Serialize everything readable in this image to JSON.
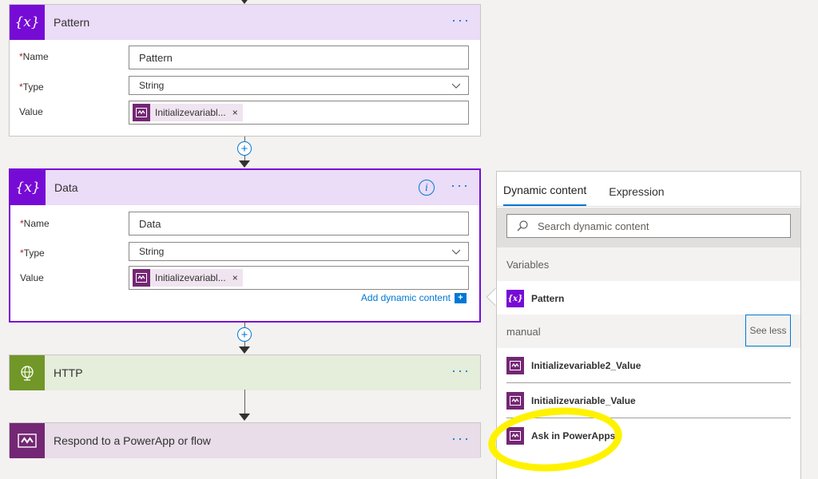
{
  "colors": {
    "accent": "#0078d4",
    "variable": "#770bd6",
    "http": "#709727",
    "powerapps": "#742774",
    "highlight": "#fff200"
  },
  "cards": {
    "pattern": {
      "title": "Pattern",
      "name_label": "Name",
      "name_value": "Pattern",
      "type_label": "Type",
      "type_value": "String",
      "value_label": "Value",
      "token": "Initializevariabl...",
      "required_mark": "*"
    },
    "data": {
      "title": "Data",
      "name_label": "Name",
      "name_value": "Data",
      "type_label": "Type",
      "type_value": "String",
      "value_label": "Value",
      "token": "Initializevariabl...",
      "add_dynamic": "Add dynamic content",
      "required_mark": "*"
    },
    "http": {
      "title": "HTTP"
    },
    "respond": {
      "title": "Respond to a PowerApp or flow"
    }
  },
  "icons": {
    "variable": "variable-fx-icon",
    "http": "globe-icon",
    "powerapps": "powerapps-icon",
    "more": "more-options-icon",
    "info": "info-icon",
    "plus": "add-step-icon",
    "chevron": "chevron-down-icon",
    "search": "search-icon",
    "remove": "remove-token-icon"
  },
  "glyphs": {
    "fx": "{x}",
    "dots": "···",
    "info": "i",
    "plus": "+",
    "remove": "×",
    "add": "+"
  },
  "panel": {
    "tabs": [
      "Dynamic content",
      "Expression"
    ],
    "search_placeholder": "Search dynamic content",
    "sections": {
      "variables": {
        "label": "Variables",
        "items": [
          "Pattern"
        ]
      },
      "manual": {
        "label": "manual",
        "see_less": "See less",
        "items": [
          "Initializevariable2_Value",
          "Initializevariable_Value",
          "Ask in PowerApps"
        ]
      }
    }
  }
}
